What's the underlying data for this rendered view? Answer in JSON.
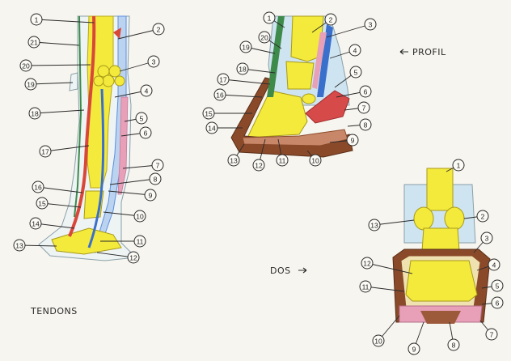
{
  "captions": {
    "tendons": "TENDONS",
    "profil": "PROFIL",
    "dos": "DOS"
  },
  "views": {
    "tendons": {
      "markers": [
        "1",
        "2",
        "3",
        "4",
        "5",
        "6",
        "7",
        "8",
        "9",
        "10",
        "11",
        "12",
        "13",
        "14",
        "15",
        "16",
        "17",
        "18",
        "19",
        "20",
        "21"
      ]
    },
    "profil": {
      "markers": [
        "1",
        "2",
        "3",
        "4",
        "5",
        "6",
        "7",
        "8",
        "9",
        "10",
        "11",
        "12",
        "13",
        "14",
        "15",
        "16",
        "17",
        "18",
        "19",
        "20"
      ]
    },
    "dos": {
      "markers": [
        "1",
        "2",
        "3",
        "4",
        "5",
        "6",
        "7",
        "8",
        "9",
        "10",
        "11",
        "12",
        "13"
      ]
    }
  },
  "colors": {
    "bone": "#f3ea3c",
    "tendon_blue": "#5b8fe0",
    "artery_red": "#d9473a",
    "nerve_green": "#3d8a4a",
    "skin": "#a9d2ec",
    "hoof_wall": "#8a4a2a",
    "pink": "#e7a0b8"
  }
}
